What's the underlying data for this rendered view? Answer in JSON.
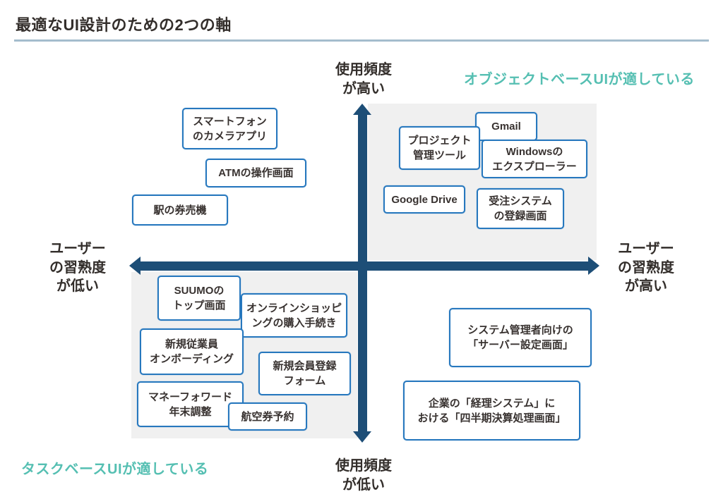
{
  "title": "最適なUI設計のための2つの軸",
  "axis_labels": {
    "top": "使用頻度\nが高い",
    "bottom": "使用頻度\nが低い",
    "left": "ユーザー\nの習熟度\nが低い",
    "right": "ユーザー\nの習熟度\nが高い"
  },
  "annotations": {
    "object_based_ui": "オブジェクトベースUIが適している",
    "task_based_ui": "タスクベースUIが適している"
  },
  "colors": {
    "axis": "#1d4e77",
    "box_border": "#2778be",
    "teal_label": "#55bfb2",
    "quadrant_fill": "#f0f0f0",
    "title_underline": "#a4bdcd"
  },
  "items": [
    {
      "label": "スマートフォン\nのカメラアプリ",
      "quadrant": "top-left"
    },
    {
      "label": "ATMの操作画面",
      "quadrant": "top-left"
    },
    {
      "label": "駅の券売機",
      "quadrant": "top-left"
    },
    {
      "label": "Gmail",
      "quadrant": "top-right"
    },
    {
      "label": "プロジェクト\n管理ツール",
      "quadrant": "top-right"
    },
    {
      "label": "Windowsの\nエクスプローラー",
      "quadrant": "top-right"
    },
    {
      "label": "Google Drive",
      "quadrant": "top-right"
    },
    {
      "label": "受注システム\nの登録画面",
      "quadrant": "top-right"
    },
    {
      "label": "SUUMOの\nトップ画面",
      "quadrant": "bottom-left"
    },
    {
      "label": "オンラインショッピ\nングの購入手続き",
      "quadrant": "bottom-left"
    },
    {
      "label": "新規従業員\nオンボーディング",
      "quadrant": "bottom-left"
    },
    {
      "label": "新規会員登録\nフォーム",
      "quadrant": "bottom-left"
    },
    {
      "label": "マネーフォワード\n年末調整",
      "quadrant": "bottom-left"
    },
    {
      "label": "航空券予約",
      "quadrant": "bottom-left"
    },
    {
      "label": "システム管理者向けの\n「サーバー設定画面」",
      "quadrant": "bottom-right"
    },
    {
      "label": "企業の「経理システム」に\nおける「四半期決算処理画面」",
      "quadrant": "bottom-right"
    }
  ]
}
